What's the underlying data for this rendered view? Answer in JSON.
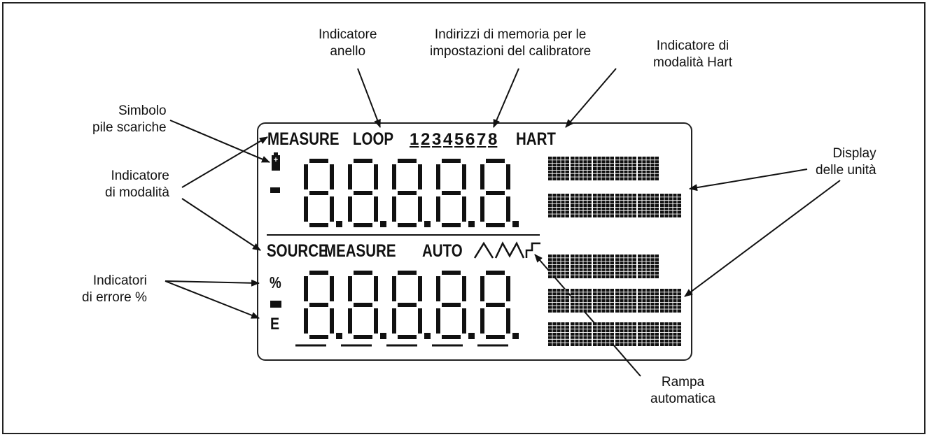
{
  "callouts": {
    "loop": "Indicatore\nanello",
    "memory": "Indirizzi di memoria per le\nimpostazioni del calibratore",
    "hart": "Indicatore di\nmodalità Hart",
    "battery": "Simbolo\npile scariche",
    "mode": "Indicatore\ndi modalità",
    "error": "Indicatori\ndi errore %",
    "units": "Display\ndelle unità",
    "ramp": "Rampa\nautomatica"
  },
  "lcd": {
    "measure": "MEASURE",
    "loop": "LOOP",
    "memory_slots": [
      "1",
      "2",
      "3",
      "4",
      "5",
      "6",
      "7",
      "8"
    ],
    "hart": "HART",
    "source": "SOURCE",
    "measure2": "MEASURE",
    "auto": "AUTO",
    "percent": "%",
    "e": "E",
    "plus": "+"
  }
}
